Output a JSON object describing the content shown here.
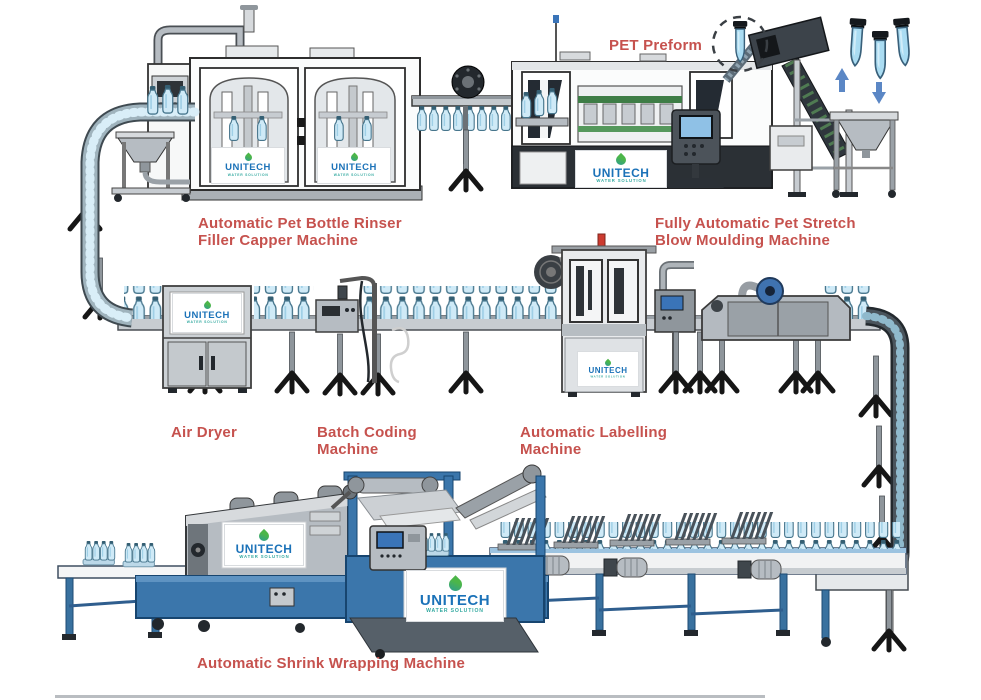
{
  "brand": {
    "name": "UNITECH",
    "tagline": "WATER SOLUTION"
  },
  "labels": {
    "rinser_filler": "Automatic Pet Bottle Rinser\nFiller Capper Machine",
    "pet_preform": "PET Preform",
    "blow_moulding": "Fully Automatic Pet Stretch\nBlow Moulding Machine",
    "air_dryer": "Air Dryer",
    "batch_coding": "Batch Coding\nMachine",
    "labelling": "Automatic Labelling\nMachine",
    "shrink_wrapping": "Automatic Shrink Wrapping Machine"
  },
  "colors": {
    "label_text": "#c6524e",
    "brand_blue": "#1b72b8",
    "brand_teal": "#33a9a0",
    "brand_green": "#3fae49",
    "machine_blue": "#3b76ab",
    "bottle_blue": "#cfeaf7",
    "background": "#ffffff"
  }
}
